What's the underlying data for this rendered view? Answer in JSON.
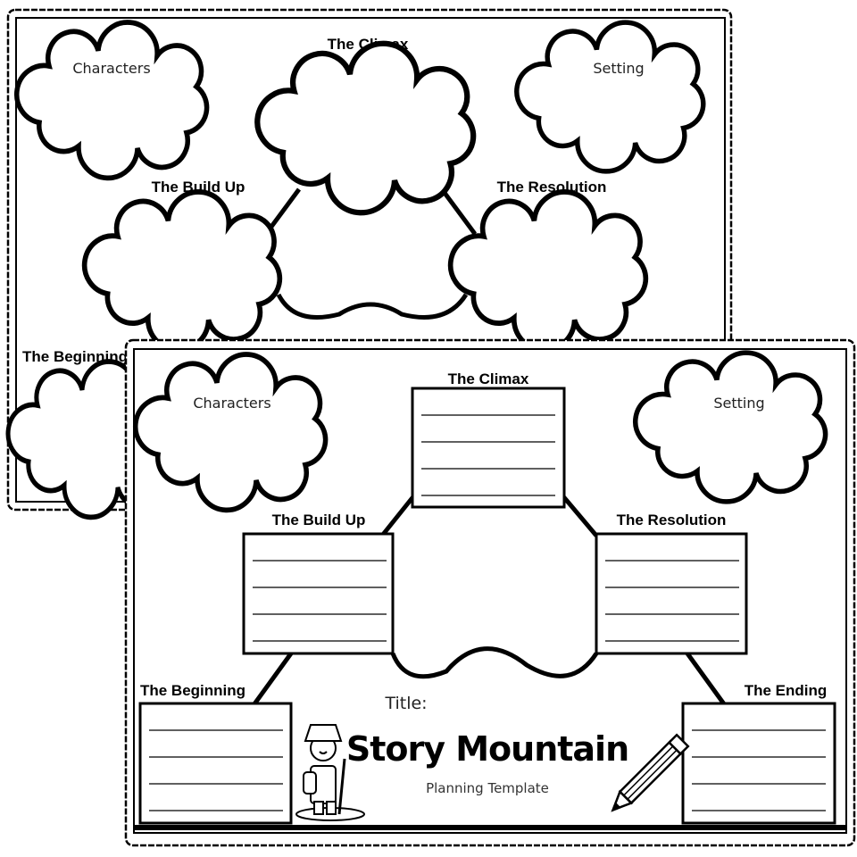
{
  "back_sheet": {
    "characters": "Characters",
    "setting": "Setting",
    "climax": "The Climax",
    "build_up": "The Build Up",
    "resolution": "The Resolution",
    "beginning": "The Beginning"
  },
  "front_sheet": {
    "characters": "Characters",
    "setting": "Setting",
    "climax": "The Climax",
    "build_up": "The Build Up",
    "resolution": "The Resolution",
    "beginning": "The Beginning",
    "ending": "The Ending",
    "title_label": "Title:",
    "heading": "Story Mountain",
    "subheading": "Planning Template"
  }
}
